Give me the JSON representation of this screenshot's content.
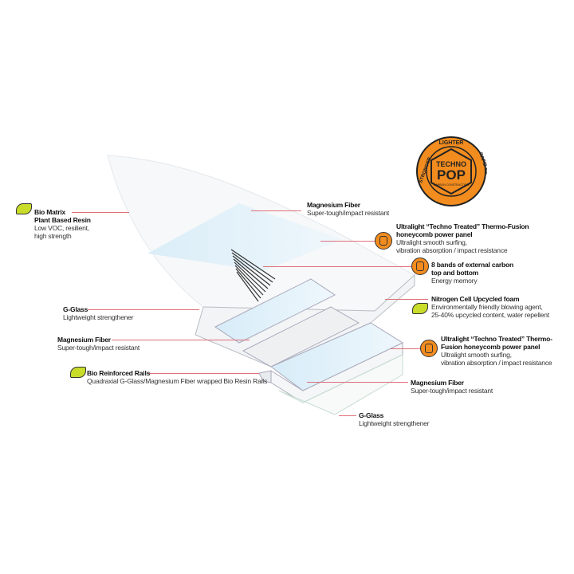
{
  "logo": {
    "text_top": "LIGHTER",
    "text_right": "RAPID RESPONSE",
    "text_left": "STRONGER",
    "brand_line1": "TECHNO",
    "brand_line2": "POP",
    "brand_line3": "CARBON CONSTRUCTION",
    "color": "#f28c1e"
  },
  "colors": {
    "leader_line": "#e0707a",
    "leaf": "#c9dc2a",
    "badge": "#f28c1e"
  },
  "labels": {
    "bio_matrix": {
      "title1": "Bio Matrix",
      "title2": "Plant Based Resin",
      "sub1": "Low VOC, resilient,",
      "sub2": "high strength",
      "icon": "leaf-icon"
    },
    "g_glass_left": {
      "title": "G-Glass",
      "sub": "Lightweight strengthener"
    },
    "mag_left": {
      "title": "Magnesium Fiber",
      "sub": "Super-tough/impact resistant"
    },
    "rails": {
      "title": "Bio Reinforced Rails",
      "sub": "Quadraxial G-Glass/Magnesium Fiber wrapped Bio Resin Rails",
      "icon": "leaf-icon"
    },
    "mag_top": {
      "title": "Magnesium Fiber",
      "sub": "Super-tough/impact resistant"
    },
    "ultralight_top": {
      "title1": "Ultralight “Techno Treated” Thermo-Fusion",
      "title2": "honeycomb power panel",
      "sub1": "Ultralight smooth surfing,",
      "sub2": "vibration absorption / impact resistance",
      "icon": "honeycomb-icon"
    },
    "carbon": {
      "title1": "8 bands of external carbon",
      "title2": "top and bottom",
      "sub": "Energy memory",
      "icon": "honeycomb-icon"
    },
    "foam": {
      "title": "Nitrogen Cell Upcycled foam",
      "sub1": "Environmentally friendly blowing agent,",
      "sub2": "25-40% upcycled content, water repellent",
      "icon": "leaf-icon"
    },
    "ultralight_bottom": {
      "title1": "Ultralight “Techno Treated” Thermo-",
      "title2": "Fusion honeycomb power panel",
      "sub1": "Ultralight smooth surfing,",
      "sub2": "vibration absorption / impact resistance",
      "icon": "honeycomb-icon"
    },
    "mag_bottom": {
      "title": "Magnesium Fiber",
      "sub": "Super-tough/impact resistant"
    },
    "g_glass_bottom": {
      "title": "G-Glass",
      "sub": "Lightweight strengthener"
    }
  }
}
